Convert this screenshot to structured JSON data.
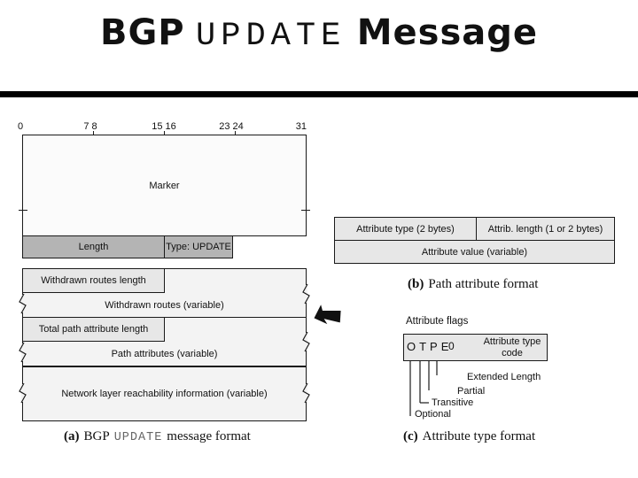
{
  "title": {
    "word1": "BGP",
    "word2": "UPDATE",
    "word3": "Message"
  },
  "diagram_a": {
    "bit_labels": [
      "0",
      "7 8",
      "15 16",
      "23 24",
      "31"
    ],
    "fields": {
      "marker": "Marker",
      "length": "Length",
      "type": "Type: UPDATE",
      "withdrawn_routes_length": "Withdrawn routes length",
      "withdrawn_routes": "Withdrawn routes (variable)",
      "total_path_attribute_length": "Total path attribute length",
      "path_attributes": "Path attributes (variable)",
      "nlri": "Network layer reachability information (variable)"
    },
    "caption": {
      "label": "(a)",
      "pre": "BGP",
      "mono": "UPDATE",
      "post": "message format"
    }
  },
  "diagram_b": {
    "fields": {
      "attribute_type": "Attribute type (2 bytes)",
      "attribute_length": "Attrib. length (1 or 2 bytes)",
      "attribute_value": "Attribute value (variable)"
    },
    "caption": {
      "label": "(b)",
      "text": "Path attribute format"
    }
  },
  "diagram_c": {
    "flags_label": "Attribute flags",
    "flag_letters": "OTPE",
    "zero": "0",
    "type_code": "Attribute type code",
    "flag_names": [
      "Extended Length",
      "Partial",
      "Transitive",
      "Optional"
    ],
    "caption": {
      "label": "(c)",
      "text": "Attribute type format"
    }
  },
  "colors": {
    "header_gray": "#b4b4b4",
    "field_gray": "#e7e7e7",
    "light_gray": "#f3f3f3",
    "marker_fill": "#fbfbfb",
    "border": "#1a1a1a"
  }
}
